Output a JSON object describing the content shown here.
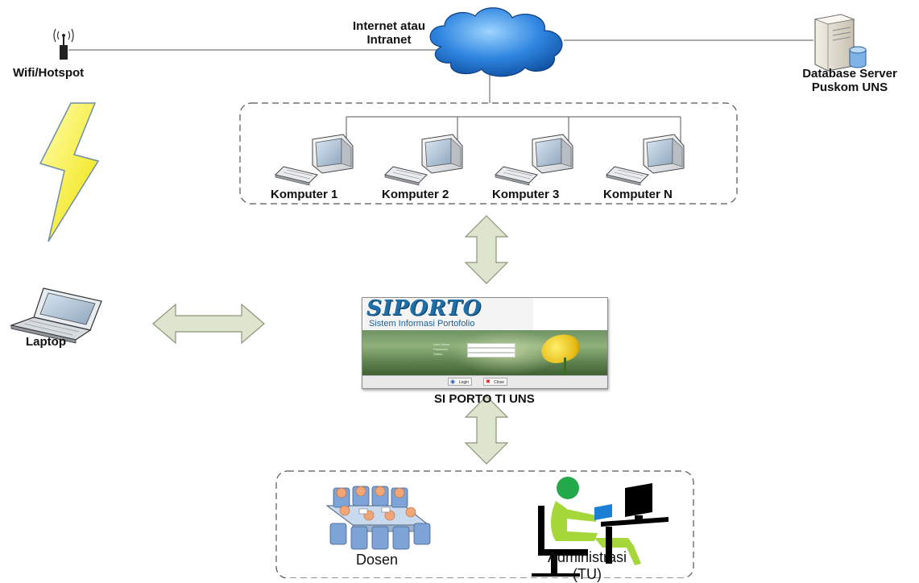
{
  "labels": {
    "wifi": "Wifi/Hotspot",
    "internet_line1": "Internet atau",
    "internet_line2": "Intranet",
    "db_line1": "Database Server",
    "db_line2": "Puskom UNS",
    "komputer": [
      "Komputer 1",
      "Komputer 2",
      "Komputer 3",
      "Komputer N"
    ],
    "laptop": "Laptop",
    "app_caption": "SI PORTO TI UNS",
    "dosen": "Dosen",
    "admin_line1": "Administrasi",
    "admin_line2": "(TU)"
  },
  "app_window": {
    "logo_text": "SIPORTO",
    "subtitle": "Sistem Informasi Portofolio",
    "form_labels": [
      "User Name",
      "Password",
      "Status"
    ],
    "login_button": "Login",
    "close_button": "Close"
  },
  "icons": {
    "wifi": "wifi-antenna-icon",
    "cloud": "cloud-icon",
    "server": "database-server-icon",
    "computer": "desktop-computer-icon",
    "laptop": "laptop-icon",
    "lightning": "lightning-icon",
    "meeting": "meeting-group-icon",
    "admin": "admin-worker-icon",
    "arrow": "double-arrow-icon"
  },
  "colors": {
    "cloud": "#2f86e0",
    "lightning": "#ffef2a",
    "arrow_fill": "#dde5cf",
    "admin_head": "#23a84a",
    "admin_body": "#a5d63a"
  }
}
